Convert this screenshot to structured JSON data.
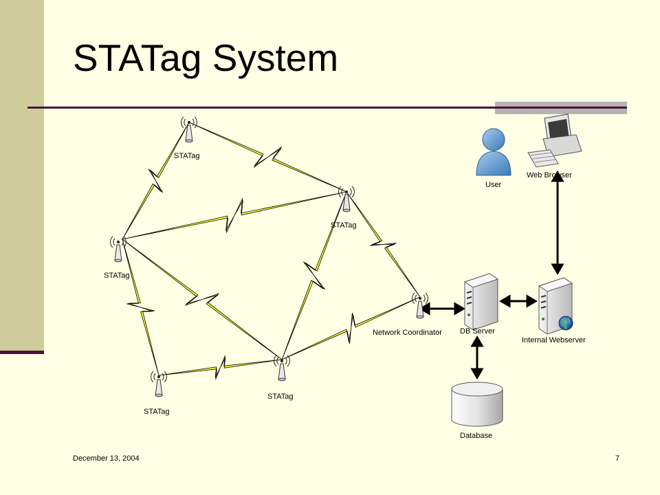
{
  "slide": {
    "title": "STATag System",
    "date": "December 13, 2004",
    "page_number": "7"
  },
  "diagram": {
    "nodes": {
      "statag_top": "STATag",
      "statag_mid_right": "STATag",
      "statag_left": "STATag",
      "statag_bottom_left": "STATag",
      "statag_bottom_center": "STATag",
      "network_coordinator": "Network Coordinator",
      "user": "User",
      "web_browser": "Web Browser",
      "db_server": "DB Server",
      "internal_webserver": "Internal Webserver",
      "database": "Database"
    }
  },
  "colors": {
    "background": "#ffffe5",
    "left_band": "#cfcc9b",
    "rule": "#4a0f3a",
    "wireless_link": "#ffff33"
  }
}
